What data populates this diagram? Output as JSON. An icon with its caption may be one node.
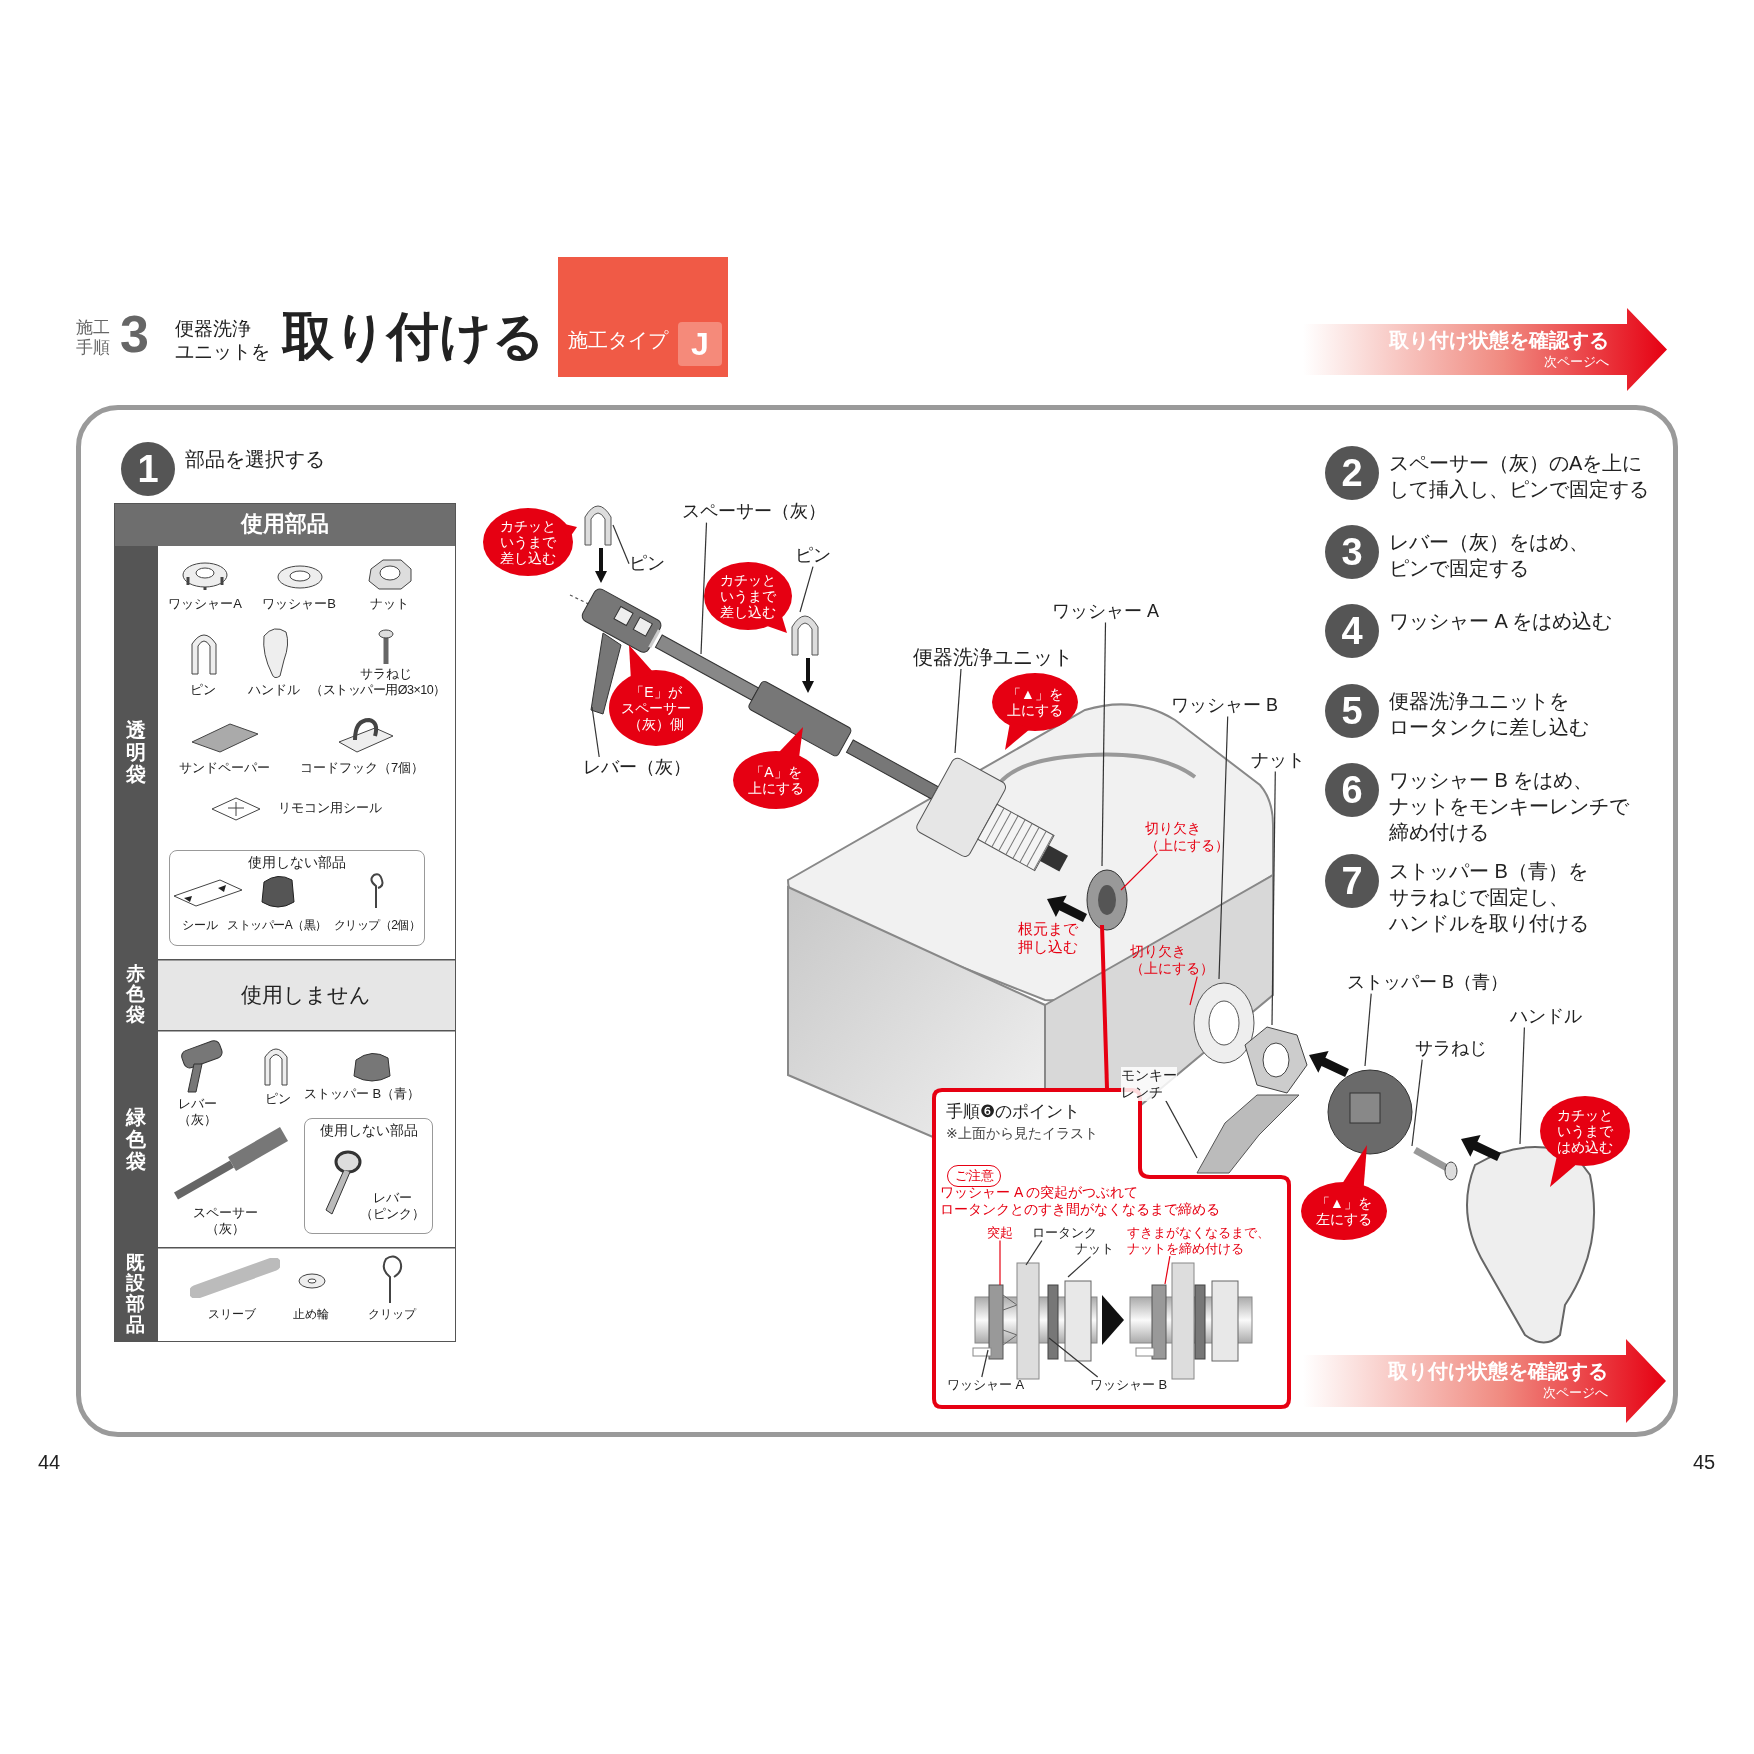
{
  "diagram": {
    "nodes": [
      {
        "text": [
          "施工タイプ",
          "J"
        ]
      },
      {
        "text": [
          "取り付け状態を確認する",
          "次ページへ"
        ]
      },
      {
        "text": [],
        "shape": "box"
      },
      {
        "text": [
          "1"
        ],
        "beside": [
          "部品を選択する"
        ],
        "in": 2
      },
      {
        "text": [
          "使用しない部品"
        ],
        "in": 2
      },
      {
        "text": [
          "使用しない部品"
        ],
        "in": 2
      },
      {
        "text": [
          "2"
        ],
        "beside": [
          "スペーサー（灰）のAを上にして挿入し、ピンで固定する"
        ],
        "in": 2
      },
      {
        "text": [
          "3"
        ],
        "beside": [
          "レバー（灰）をはめ、ピンで固定する"
        ],
        "in": 2
      },
      {
        "text": [
          "4"
        ],
        "beside": [
          "ワッシャー A をはめ込む"
        ],
        "in": 2
      },
      {
        "text": [
          "5"
        ],
        "beside": [
          "便器洗浄ユニットをロータンクに差し込む"
        ],
        "in": 2
      },
      {
        "text": [
          "6"
        ],
        "beside": [
          "ワッシャー B をはめ、ナットをモンキーレンチで締め付ける"
        ],
        "in": 2
      },
      {
        "text": [
          "7"
        ],
        "beside": [
          "ストッパー B（青）をサラねじで固定し、ハンドルを取り付ける"
        ],
        "in": 2
      },
      {
        "text": [
          "スペーサー（灰）"
        ],
        "in": 2
      },
      {
        "text": [
          "ピン"
        ],
        "in": 2
      },
      {
        "text": [
          "ピン"
        ],
        "in": 2
      },
      {
        "text": [
          "レバー（灰）"
        ],
        "in": 2
      },
      {
        "text": [
          "便器洗浄ユニット"
        ],
        "in": 2
      },
      {
        "text": [
          "ワッシャー A"
        ],
        "in": 2
      },
      {
        "text": [
          "ワッシャー B"
        ],
        "in": 2
      },
      {
        "text": [
          "ナット"
        ],
        "in": 2
      },
      {
        "text": [
          "切り欠き（上にする）"
        ],
        "in": 2
      },
      {
        "text": [
          "切り欠き（上にする）"
        ],
        "in": 2
      },
      {
        "text": [
          "モンキーレンチ"
        ],
        "in": 2
      },
      {
        "text": [
          "ストッパー B（青）"
        ],
        "in": 2
      },
      {
        "text": [
          "サラねじ"
        ],
        "in": 2
      },
      {
        "text": [
          "ハンドル"
        ],
        "in": 2
      },
      {
        "text": [
          "カチッというまで差し込む"
        ],
        "in": 2
      },
      {
        "text": [
          "カチッというまで差し込む"
        ],
        "in": 2
      },
      {
        "text": [
          "「E」がスペーサー（灰）側"
        ],
        "in": 2
      },
      {
        "text": [
          "「A」を上にする"
        ],
        "in": 2
      },
      {
        "text": [
          "「▲」を上にする"
        ],
        "in": 2
      },
      {
        "text": [
          "「▲」を左にする"
        ],
        "in": 2
      },
      {
        "text": [
          "カチッというまではめ込む"
        ],
        "in": 2
      },
      {
        "text": [
          "手順❻のポイント",
          "※上面から見たイラスト"
        ],
        "in": 2
      },
      {
        "text": [
          "ご注意"
        ],
        "in": 33
      },
      {
        "text": [
          "突起"
        ],
        "in": 33
      },
      {
        "text": [
          "ロータンク"
        ],
        "in": 33
      },
      {
        "text": [
          "ナット"
        ],
        "in": 33
      },
      {
        "text": [
          "すきまがなくなるまで、ナットを締め付ける"
        ],
        "in": 33
      },
      {
        "text": [
          "ワッシャー A"
        ],
        "in": 33
      },
      {
        "text": [
          "ワッシャー B"
        ],
        "in": 33
      },
      {
        "text": [
          "取り付け状態を確認する",
          "次ページへ"
        ],
        "in": 2
      },
      {
        "text": [],
        "shape": "picture",
        "in": 2
      },
      {
        "text": [],
        "shape": "picture",
        "in": 2
      },
      {
        "text": [],
        "shape": "picture",
        "in": 2
      },
      {
        "text": [],
        "shape": "picture",
        "in": 2
      },
      {
        "text": [],
        "shape": "picture",
        "in": 2
      },
      {
        "text": [],
        "shape": "picture",
        "in": 2
      },
      {
        "text": [],
        "shape": "picture",
        "in": 2
      },
      {
        "text": [],
        "shape": "picture",
        "in": 2
      },
      {
        "text": [],
        "shape": "picture",
        "in": 2
      },
      {
        "text": [],
        "shape": "picture",
        "in": 2
      },
      {
        "text": [],
        "shape": "picture",
        "in": 2
      },
      {
        "text": [],
        "shape": "picture",
        "in": 2
      }
    ],
    "edges": [
      {
        "from": 12,
        "to": 42,
        "arrow": "none"
      },
      {
        "from": 13,
        "to": 43,
        "arrow": "none"
      },
      {
        "from": 14,
        "to": 44,
        "arrow": "none"
      },
      {
        "from": 15,
        "to": 45,
        "arrow": "none"
      },
      {
        "from": 16,
        "to": 46,
        "arrow": "none"
      },
      {
        "from": 17,
        "to": 47,
        "arrow": "none"
      },
      {
        "from": 18,
        "to": 48,
        "arrow": "none"
      },
      {
        "from": 19,
        "to": 49,
        "arrow": "none"
      },
      {
        "from": 20,
        "to": 47,
        "arrow": "none",
        "color": "#e60012"
      },
      {
        "from": 21,
        "to": 48,
        "arrow": "none",
        "color": "#e60012"
      },
      {
        "from": 22,
        "to": 50,
        "arrow": "none"
      },
      {
        "from": 23,
        "to": 51,
        "arrow": "none"
      },
      {
        "from": 24,
        "to": 52,
        "arrow": "none"
      },
      {
        "from": 25,
        "to": 53,
        "arrow": "none"
      },
      {
        "from": 47,
        "to": 33,
        "arrow": "none",
        "style": "thick",
        "color": "#e60012"
      },
      {
        "from": 35,
        "to": null,
        "arrow": "none",
        "color": "#e60012"
      },
      {
        "from": 36,
        "to": null,
        "arrow": "none"
      },
      {
        "from": 37,
        "to": null,
        "arrow": "none"
      },
      {
        "from": 38,
        "to": null,
        "arrow": "none",
        "color": "#e60012"
      },
      {
        "from": 39,
        "to": null,
        "arrow": "none"
      },
      {
        "from": 40,
        "to": null,
        "arrow": "none"
      }
    ],
    "labels": [
      "施工手順",
      "3",
      "便器洗浄ユニットを",
      "取り付ける",
      "使用部品",
      "透明袋",
      "ワッシャーA",
      "ワッシャーB",
      "ナット",
      "ピン",
      "ハンドル",
      "サラねじ",
      "（ストッパー用Ø3×10）",
      "サンドペーパー",
      "コードフック（7個）",
      "リモコン用シール",
      "シール",
      "ストッパーA（黒）",
      "クリップ（2個）",
      "赤色袋",
      "使用しません",
      "緑色袋",
      "レバー（灰）",
      "ピン",
      "ストッパー B（青）",
      "スペーサー（灰）",
      "レバー（ピンク）",
      "既設部品",
      "スリーブ",
      "止め輪",
      "クリップ",
      "根元まで押し込む",
      "ワッシャー A の突起がつぶれてロータンクとのすき間がなくなるまで締める",
      "44",
      "45"
    ]
  }
}
